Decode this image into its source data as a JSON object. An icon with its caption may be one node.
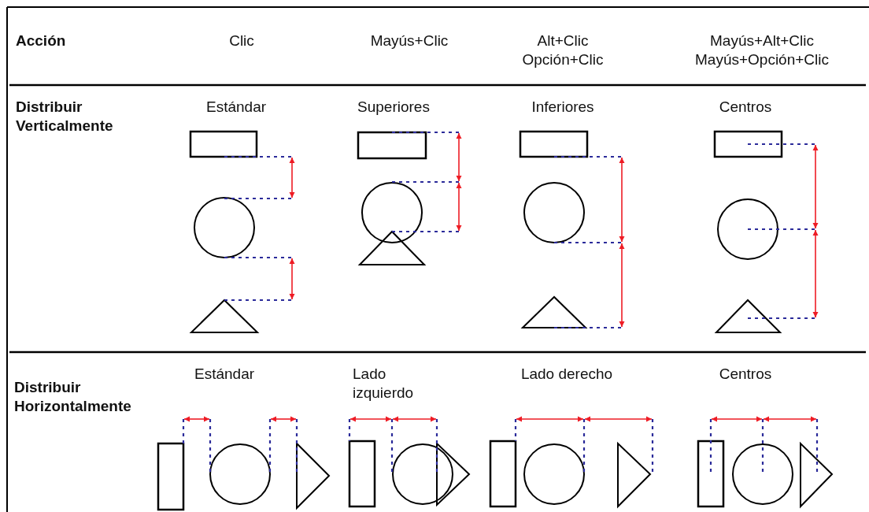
{
  "diagram": {
    "labels": [
      "Acción",
      "Clic",
      "Mayús+Clic",
      "Alt+Clic",
      "Opción+Clic",
      "Mayús+Alt+Clic",
      "Mayús+Opción+Clic",
      "Distribuir Verticalmente",
      "Estándar",
      "Superiores",
      "Inferiores",
      "Centros",
      "Distribuir Horizontalmente",
      "Estándar",
      "Lado izquierdo",
      "Lado derecho",
      "Centros"
    ]
  }
}
